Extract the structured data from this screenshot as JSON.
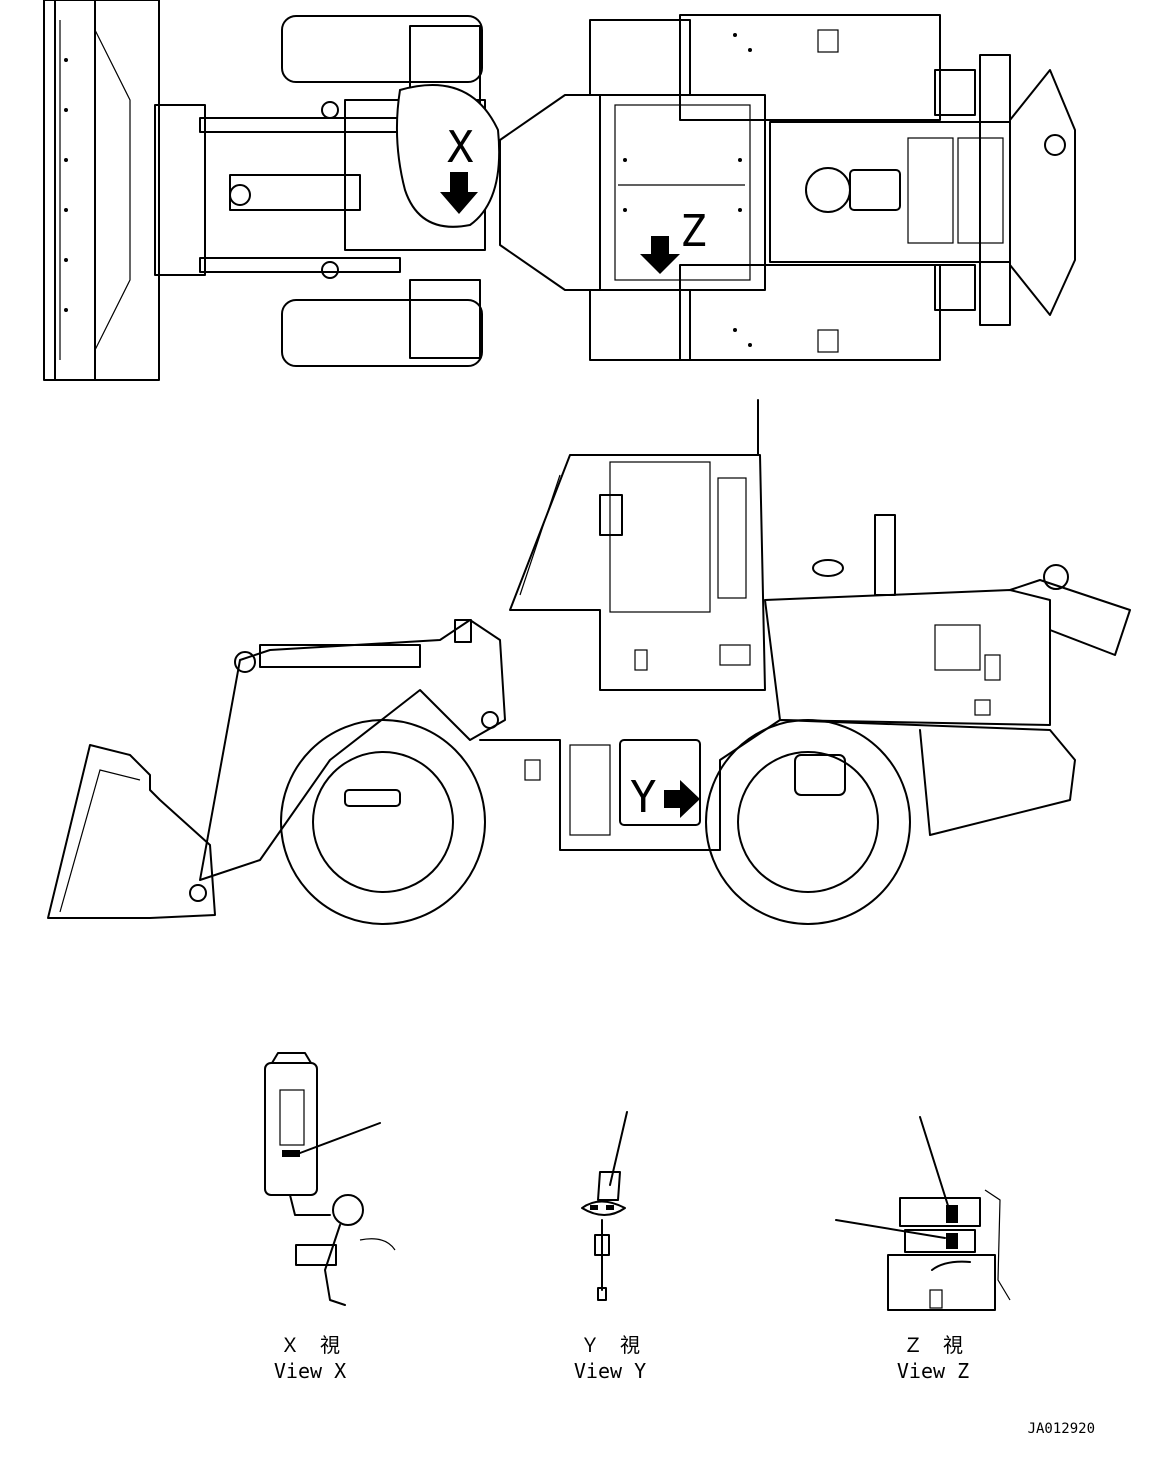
{
  "callouts": {
    "x": "X",
    "y": "Y",
    "z": "Z"
  },
  "views": {
    "x": {
      "jp": "Ｘ　視",
      "en": "View X"
    },
    "y": {
      "jp": "Ｙ　視",
      "en": "View Y"
    },
    "z": {
      "jp": "Ｚ　視",
      "en": "View Z"
    }
  },
  "drawing_number": "JA012920"
}
